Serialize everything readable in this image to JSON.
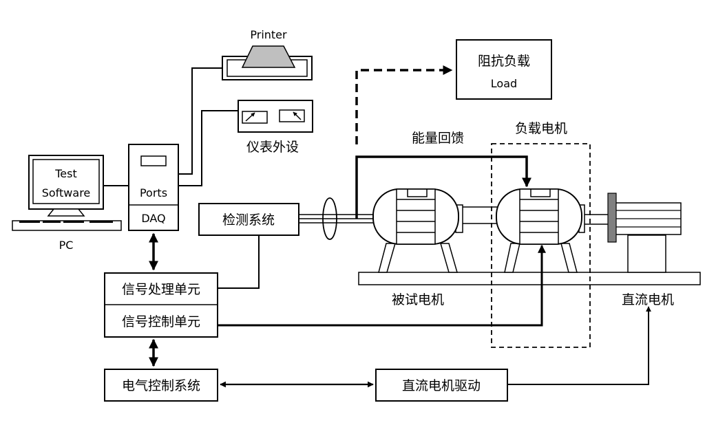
{
  "labels": {
    "printer": "Printer",
    "instruments": "仪表外设",
    "pc_screen_line1": "Test",
    "pc_screen_line2": "Software",
    "pc": "PC",
    "ports": "Ports",
    "daq": "DAQ",
    "detection_system": "检测系统",
    "signal_processing": "信号处理单元",
    "signal_control": "信号控制单元",
    "electrical_control": "电气控制系统",
    "dc_motor_drive": "直流电机驱动",
    "impedance_load_cn": "阻抗负载",
    "impedance_load_en": "Load",
    "energy_feedback": "能量回馈",
    "load_motor": "负载电机",
    "motor_under_test": "被试电机",
    "dc_motor": "直流电机"
  }
}
